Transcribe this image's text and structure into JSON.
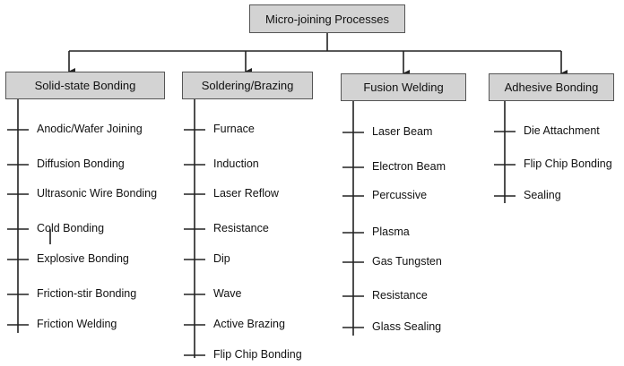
{
  "root": {
    "label": "Micro-joining Processes"
  },
  "categories": [
    {
      "label": "Solid-state Bonding",
      "items": [
        "Anodic/Wafer Joining",
        "Diffusion Bonding",
        "Ultrasonic Wire Bonding",
        "Cold Bonding",
        "Explosive Bonding",
        "Friction-stir Bonding",
        "Friction Welding"
      ]
    },
    {
      "label": "Soldering/Brazing",
      "items": [
        "Furnace",
        "Induction",
        "Laser Reflow",
        "Resistance",
        "Dip",
        "Wave",
        "Active Brazing",
        "Flip Chip Bonding"
      ]
    },
    {
      "label": "Fusion Welding",
      "items": [
        "Laser Beam",
        "Electron Beam",
        "Percussive",
        "Plasma",
        "Gas Tungsten",
        "Resistance",
        "Glass Sealing"
      ]
    },
    {
      "label": "Adhesive Bonding",
      "items": [
        "Die Attachment",
        "Flip Chip Bonding",
        "Sealing"
      ]
    }
  ],
  "colors": {
    "box_fill": "#d3d3d3",
    "box_border": "#555555",
    "line": "#222222",
    "text": "#111111"
  }
}
